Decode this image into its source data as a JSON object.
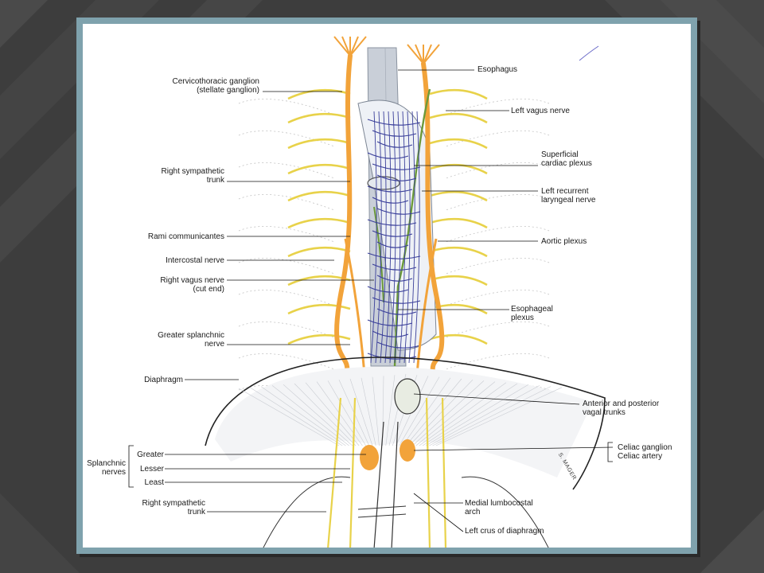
{
  "figure": {
    "labels_left": [
      {
        "key": "stellate",
        "lines": [
          "Cervicothoracic ganglion",
          "(stellate ganglion)"
        ]
      },
      {
        "key": "right_symp_upper",
        "lines": [
          "Right sympathetic",
          "trunk"
        ]
      },
      {
        "key": "rami",
        "lines": [
          "Rami communicantes"
        ]
      },
      {
        "key": "intercostal",
        "lines": [
          "Intercostal nerve"
        ]
      },
      {
        "key": "right_vagus",
        "lines": [
          "Right vagus nerve",
          "(cut end)"
        ]
      },
      {
        "key": "greater_splanchnic",
        "lines": [
          "Greater splanchnic",
          "nerve"
        ]
      },
      {
        "key": "diaphragm",
        "lines": [
          "Diaphragm"
        ]
      },
      {
        "key": "greater",
        "lines": [
          "Greater"
        ]
      },
      {
        "key": "lesser",
        "lines": [
          "Lesser"
        ]
      },
      {
        "key": "least",
        "lines": [
          "Least"
        ]
      },
      {
        "key": "right_symp_lower",
        "lines": [
          "Right sympathetic",
          "trunk"
        ]
      }
    ],
    "splanchnic_group": [
      "Splanchnic",
      "nerves"
    ],
    "labels_right": [
      {
        "key": "esophagus",
        "lines": [
          "Esophagus"
        ]
      },
      {
        "key": "left_vagus",
        "lines": [
          "Left vagus nerve"
        ]
      },
      {
        "key": "superficial_cardiac",
        "lines": [
          "Superficial",
          "cardiac plexus"
        ]
      },
      {
        "key": "left_recurrent",
        "lines": [
          "Left recurrent",
          "laryngeal nerve"
        ]
      },
      {
        "key": "aortic",
        "lines": [
          "Aortic plexus"
        ]
      },
      {
        "key": "esophageal",
        "lines": [
          "Esophageal",
          "plexus"
        ]
      },
      {
        "key": "vagal_trunks",
        "lines": [
          "Anterior and posterior",
          "vagal trunks"
        ]
      },
      {
        "key": "celiac",
        "lines": [
          "Celiac ganglion",
          "Celiac artery"
        ]
      },
      {
        "key": "medial_lumbocostal",
        "lines": [
          "Medial lumbocostal",
          "arch"
        ]
      },
      {
        "key": "left_crus",
        "lines": [
          "Left crus of diaphragm"
        ]
      }
    ],
    "credit": "S. MAGER",
    "colors": {
      "nerve_orange": "#f2a33a",
      "nerve_yellow": "#e8d24a",
      "vagus_green": "#6c9a3a",
      "plexus_blue": "#3a3f9a",
      "esophagus_gray": "#c9cfd8"
    }
  }
}
